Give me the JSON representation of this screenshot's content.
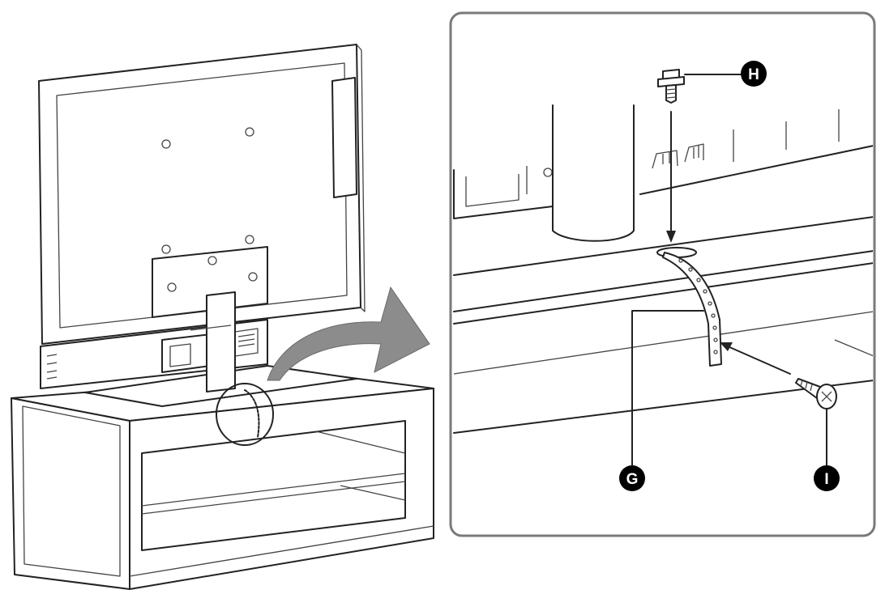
{
  "figure": {
    "callouts": {
      "g": "G",
      "h": "H",
      "i": "I"
    },
    "colors": {
      "outline": "#222222",
      "panel_border": "#7a7a7a",
      "arrow_fill": "#8c8c8c",
      "callout_fill": "#000000",
      "callout_text": "#ffffff"
    }
  }
}
